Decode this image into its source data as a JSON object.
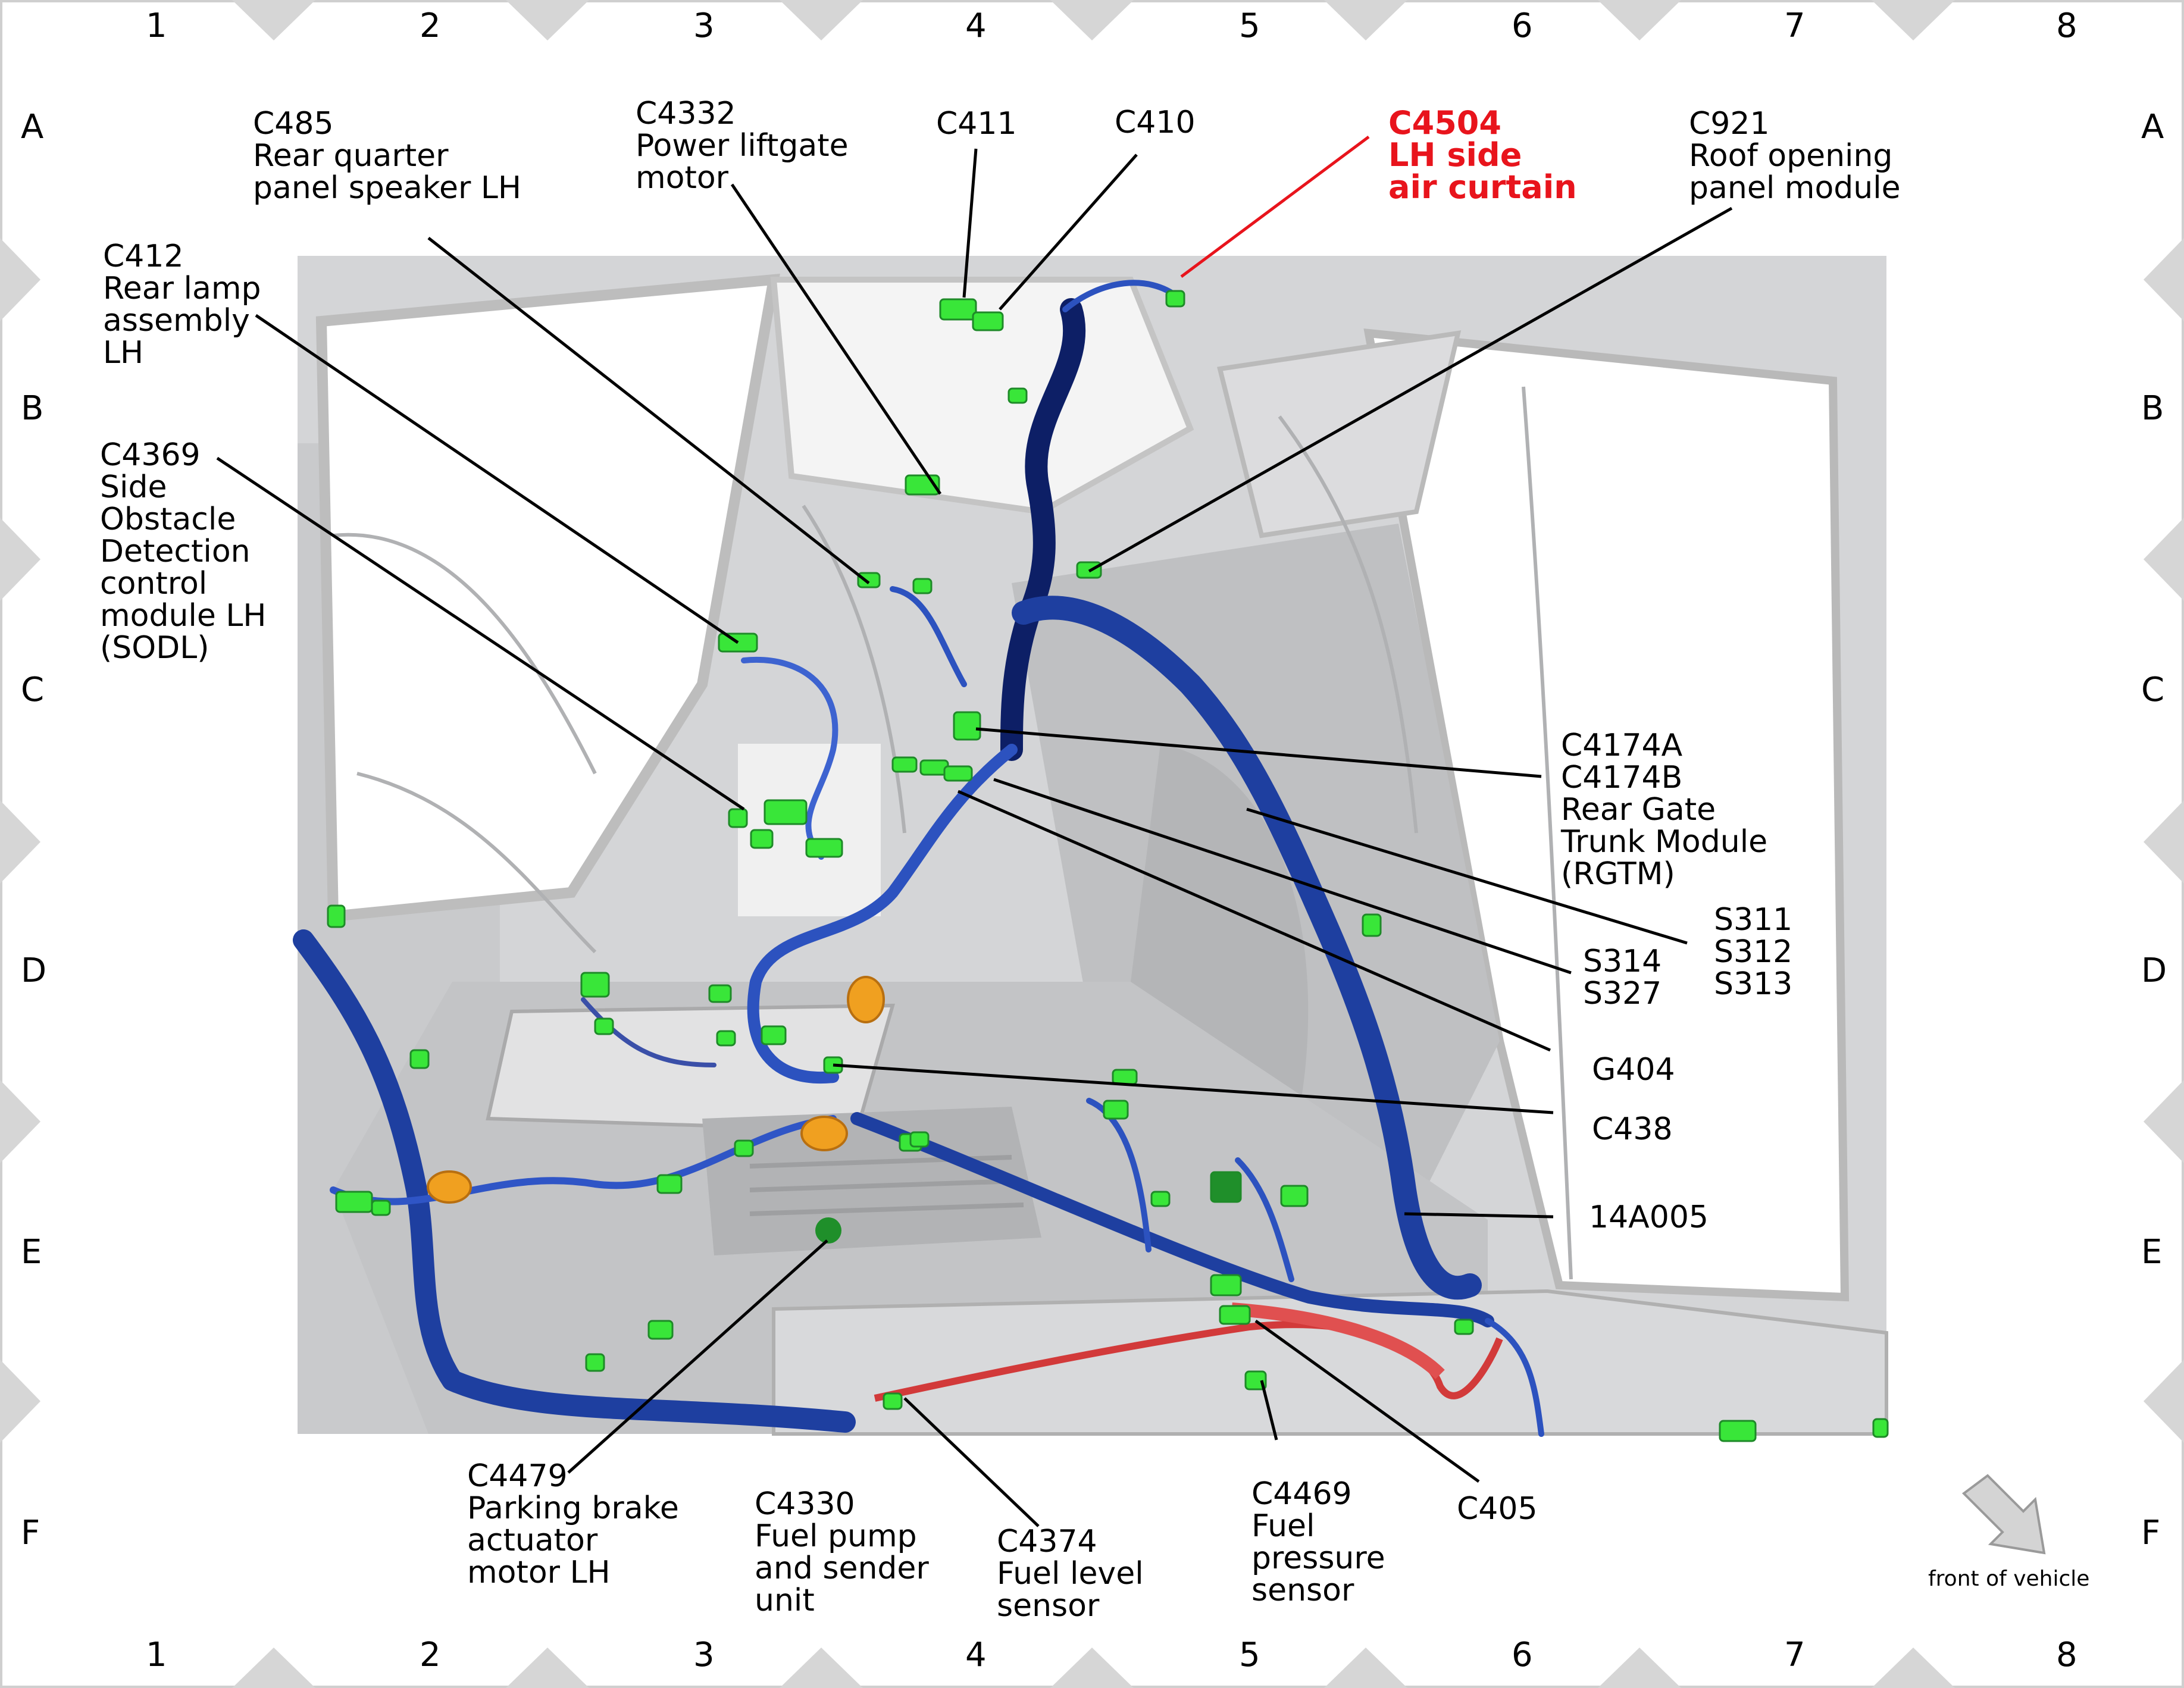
{
  "grid": {
    "columns": [
      "1",
      "2",
      "3",
      "4",
      "5",
      "6",
      "7",
      "8"
    ],
    "rows": [
      "A",
      "B",
      "C",
      "D",
      "E",
      "F"
    ]
  },
  "colors": {
    "harness_main": "#1e3fa0",
    "harness_dark": "#0d1f66",
    "connector": "#39e639",
    "connector_dark": "#1f8f2a",
    "grommet": "#f0a020",
    "fuel_line": "#d23a3a",
    "highlight_label": "#e8141c",
    "body_shell": "#cfd0d2",
    "frame_marker": "#d9d9d9"
  },
  "labels": {
    "c485": [
      "C485",
      "Rear quarter",
      "panel speaker LH"
    ],
    "c4332": [
      "C4332",
      "Power liftgate",
      "motor"
    ],
    "c411": [
      "C411"
    ],
    "c410": [
      "C410"
    ],
    "c4504": [
      "C4504",
      "LH side",
      "air curtain"
    ],
    "c921": [
      "C921",
      "Roof opening",
      "panel module"
    ],
    "c412": [
      "C412",
      "Rear lamp",
      "assembly",
      "LH"
    ],
    "c4369": [
      "C4369",
      "Side",
      "Obstacle",
      "Detection",
      "control",
      "module LH",
      "(SODL)"
    ],
    "c4174": [
      "C4174A",
      "C4174B",
      "Rear Gate",
      "Trunk Module",
      "(RGTM)"
    ],
    "s311": [
      "S311",
      "S312",
      "S313"
    ],
    "s314": [
      "S314",
      "S327"
    ],
    "g404": [
      "G404"
    ],
    "c438": [
      "C438"
    ],
    "h14a005": [
      "14A005"
    ],
    "c4479": [
      "C4479",
      "Parking brake",
      "actuator",
      "motor LH"
    ],
    "c4330": [
      "C4330",
      "Fuel pump",
      "and sender",
      "unit"
    ],
    "c4374": [
      "C4374",
      "Fuel level",
      "sensor"
    ],
    "c4469": [
      "C4469",
      "Fuel",
      "pressure",
      "sensor"
    ],
    "c405": [
      "C405"
    ]
  },
  "orientation": {
    "label": "front of vehicle",
    "icon": "front-direction-arrow-icon"
  }
}
